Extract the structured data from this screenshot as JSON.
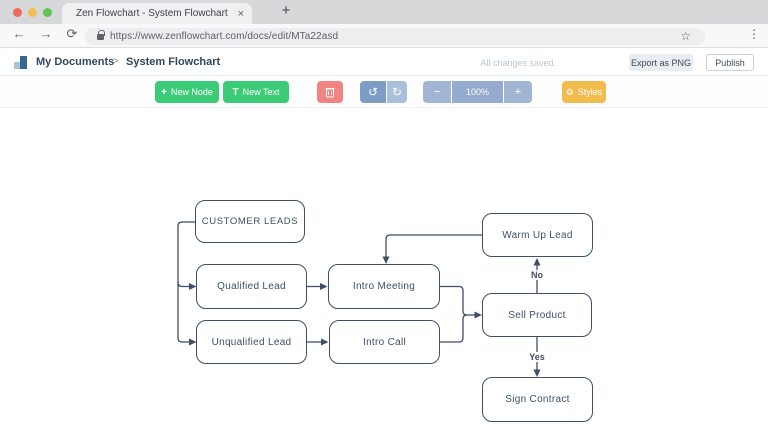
{
  "browser": {
    "tab_title": "Zen Flowchart - System Flowchart",
    "url": "https://www.zenflowchart.com/docs/edit/MTa22asd"
  },
  "icons": {
    "tab_close": "×",
    "new_tab": "+",
    "back": "←",
    "forward": "→",
    "reload": "⟳",
    "star": "☆",
    "menu_dots": "⋮",
    "plus": "+",
    "text_tool": "T",
    "undo": "↺",
    "redo": "↻",
    "minus": "−",
    "gear": "⚙"
  },
  "header": {
    "breadcrumb_root": "My Documents",
    "breadcrumb_separator": ">",
    "doc_title": "System Flowchart",
    "status": "All changes saved.",
    "export_label": "Export as PNG",
    "publish_label": "Publish"
  },
  "toolbar": {
    "new_node_label": "New Node",
    "new_text_label": "New Text",
    "zoom_level": "100%",
    "styles_label": "Styles"
  },
  "colors": {
    "accent_green": "#3ccb77",
    "danger_red": "#f28383",
    "undo_blue": "#7d9cc6",
    "zoom_blue": "#94aace",
    "styles_yellow": "#f2bb4e",
    "node_border": "#3e4f66"
  },
  "flowchart": {
    "nodes": [
      {
        "id": "customer-leads",
        "label": "CUSTOMER LEADS"
      },
      {
        "id": "qualified-lead",
        "label": "Qualified Lead"
      },
      {
        "id": "unqualified-lead",
        "label": "Unqualified Lead"
      },
      {
        "id": "intro-meeting",
        "label": "Intro Meeting"
      },
      {
        "id": "intro-call",
        "label": "Intro Call"
      },
      {
        "id": "warm-up-lead",
        "label": "Warm Up Lead"
      },
      {
        "id": "sell-product",
        "label": "Sell Product"
      },
      {
        "id": "sign-contract",
        "label": "Sign Contract"
      }
    ],
    "edge_labels": {
      "no": "No",
      "yes": "Yes"
    }
  }
}
